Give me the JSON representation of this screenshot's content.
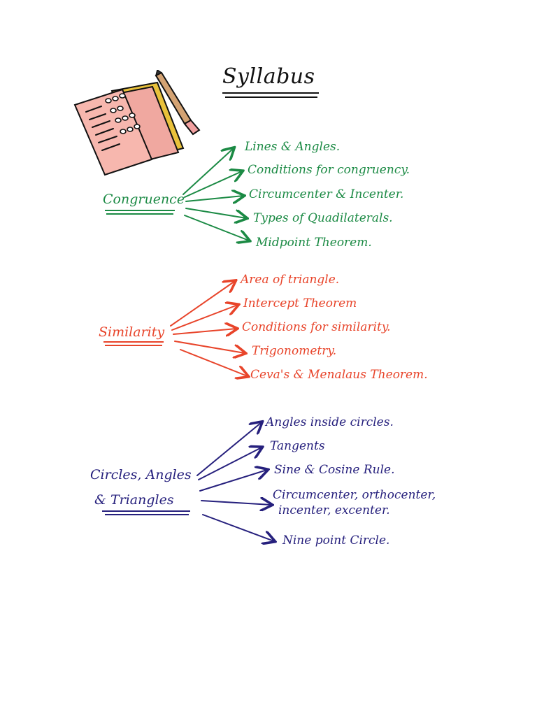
{
  "title": "Syllabus",
  "colors": {
    "congruence": "#1b8a44",
    "similarity": "#e8442a",
    "circles": "#26207d",
    "ink": "#111111"
  },
  "illustration": {
    "icon": "document-with-pencil-icon"
  },
  "groups": {
    "congruence": {
      "label": "Congruence",
      "items": [
        "Lines & Angles.",
        "Conditions for congruency.",
        "Circumcenter & Incenter.",
        "Types of Quadilaterals.",
        "Midpoint Theorem."
      ]
    },
    "similarity": {
      "label": "Similarity",
      "items": [
        "Area of triangle.",
        "Intercept Theorem",
        "Conditions for similarity.",
        "Trigonometry.",
        "Ceva's & Menalaus Theorem."
      ]
    },
    "circles": {
      "label_line1": "Circles, Angles",
      "label_line2": "& Triangles",
      "items": [
        "Angles inside circles.",
        "Tangents",
        "Sine & Cosine Rule.",
        "Circumcenter, orthocenter,",
        "incenter, excenter.",
        "Nine point Circle."
      ]
    }
  }
}
